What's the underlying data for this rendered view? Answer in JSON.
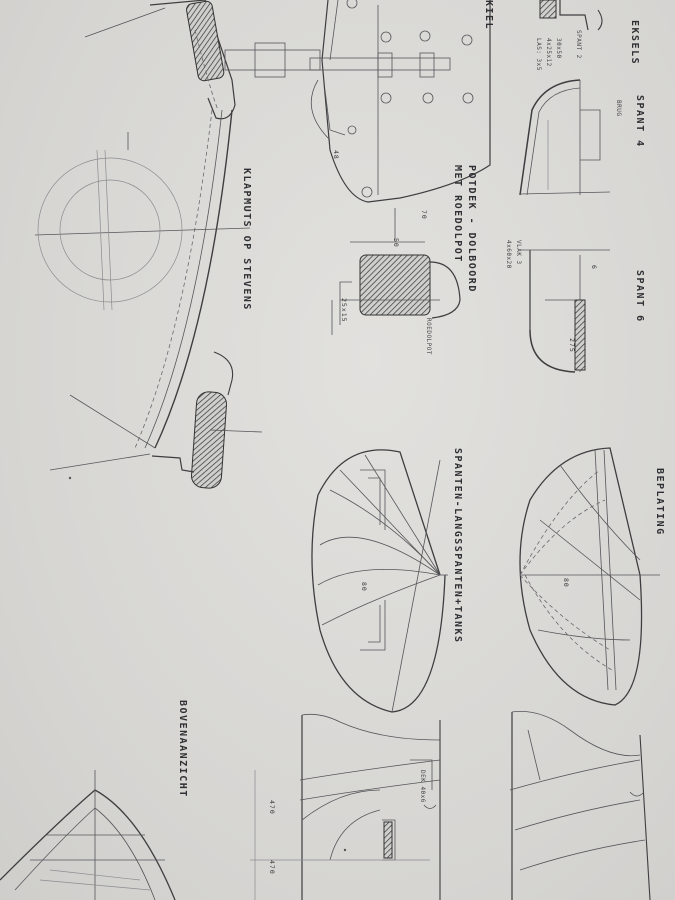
{
  "titles": {
    "kmsels": "EKSELS",
    "spant4": "SPANT 4",
    "spant6": "SPANT 6",
    "beplating": "BEPLATING",
    "spanten_langsspanten": "SPANTEN-LANGSSPANTEN+TANKS",
    "potdek": "POTDEK - DOLBOORD",
    "metroedeldpot": "MET ROEDOLPOT",
    "klapmuts": "KLAPMUTS OP STEVENS",
    "bovenaanzicht": "BOVENAANZICHT",
    "kiel": "KIEL"
  },
  "dimensions": {
    "d50": "50",
    "d70": "70",
    "d25x15": "25x15",
    "d275": "275",
    "d48": "48",
    "d80a": "80",
    "d80b": "80",
    "d6": "6",
    "d470a": "470",
    "d470b": "470"
  },
  "notes": {
    "n1": "30x50",
    "n2": "4x25x12",
    "n3": "LAS: 3x5",
    "n4": "SPANT 2",
    "n5": "BRUG",
    "n6": "VLAK 3",
    "n7": "4x60x20",
    "n8": "ROEDOLPOT",
    "n9": "DEK 40x6"
  }
}
